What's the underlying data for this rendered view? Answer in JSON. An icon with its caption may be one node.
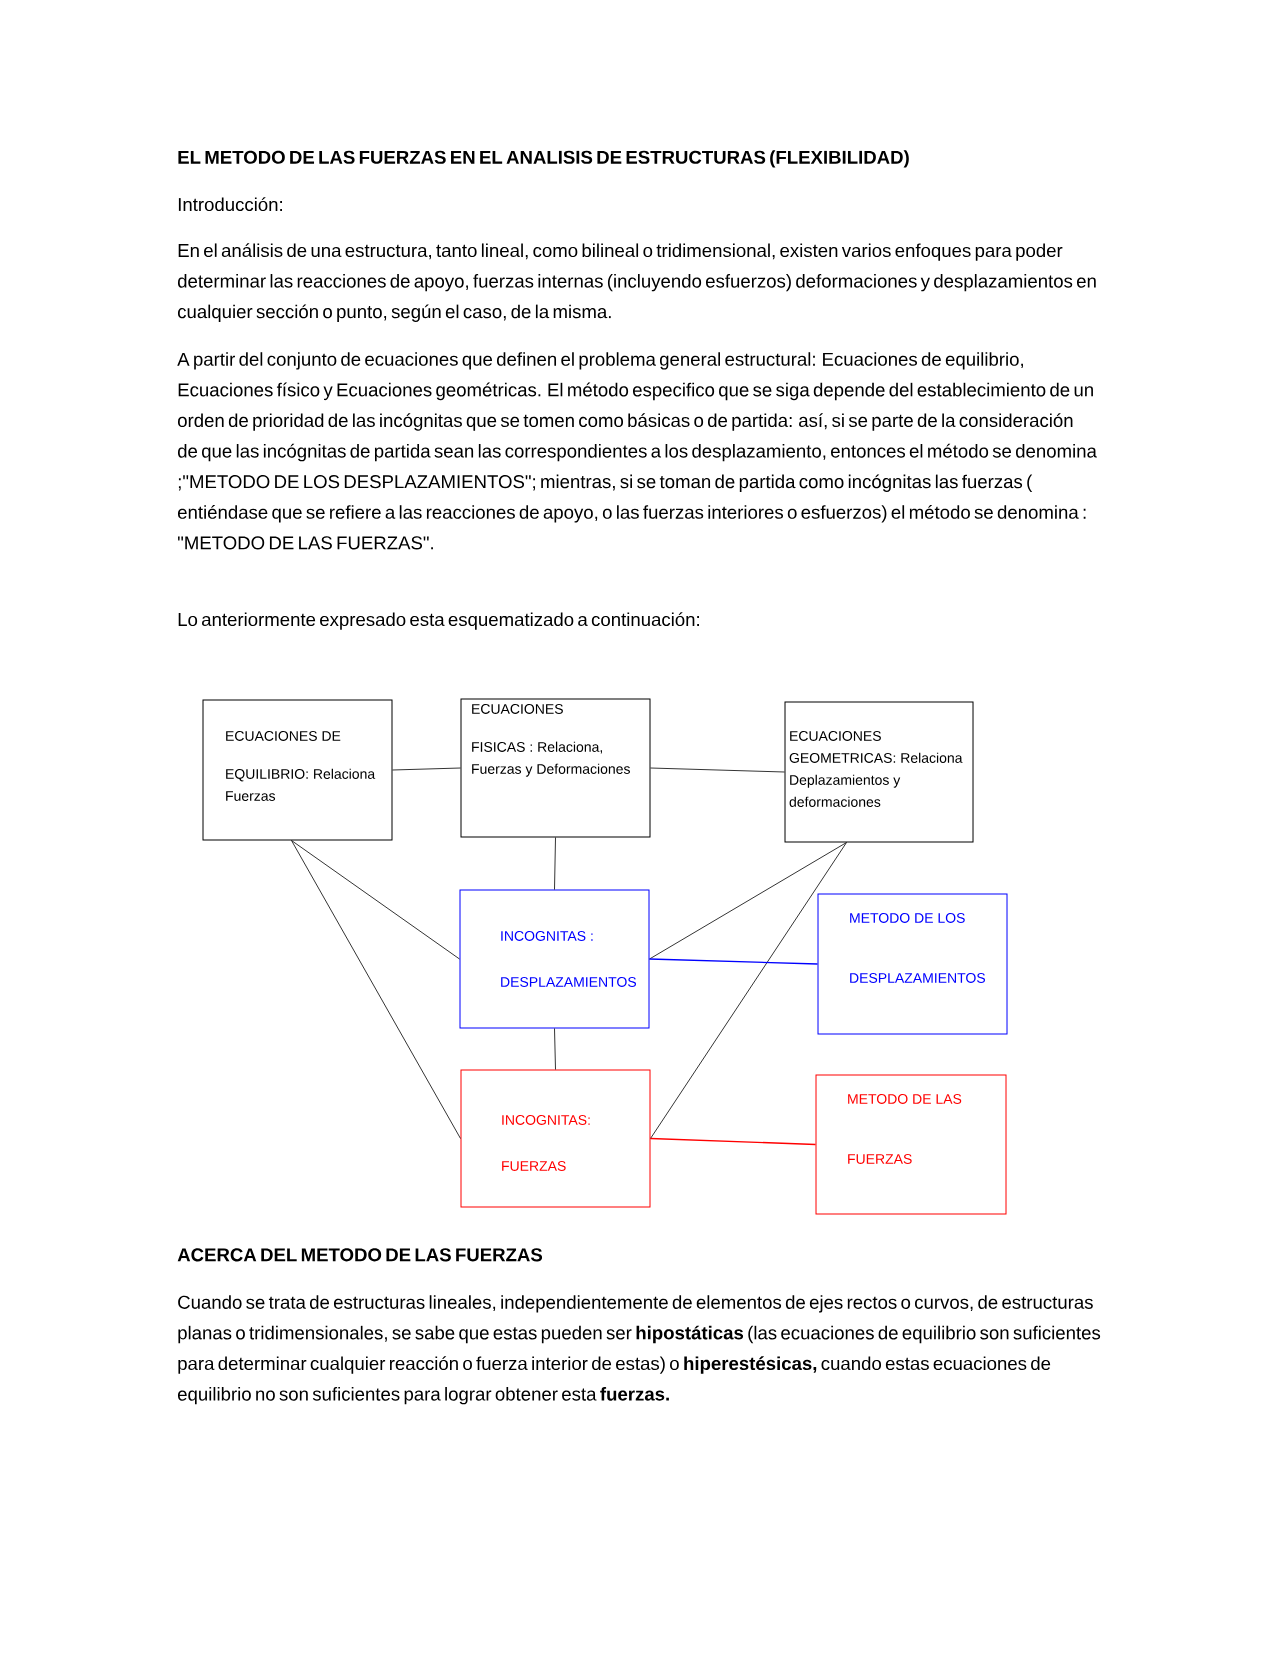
{
  "diagram": {
    "title": "EL METODO DE LAS FUERZAS EN EL ANALISIS DE ESTRUCTURAS (FLEXIBILIDAD)",
    "nodes": [
      {
        "text": [
          "ECUACIONES DE",
          "EQUILIBRIO: Relaciona Fuerzas"
        ]
      },
      {
        "text": [
          "ECUACIONES",
          "FISICAS : Relaciona, Fuerzas y Deformaciones"
        ]
      },
      {
        "text": [
          "ECUACIONES GEOMETRICAS: Relaciona Deplazamientos y deformaciones"
        ]
      },
      {
        "text": [
          "INCOGNITAS :",
          "DESPLAZAMIENTOS"
        ]
      },
      {
        "text": [
          "METODO DE LOS",
          "DESPLAZAMIENTOS"
        ]
      },
      {
        "text": [
          "INCOGNITAS:",
          "FUERZAS"
        ]
      },
      {
        "text": [
          "METODO DE LAS",
          "FUERZAS"
        ]
      }
    ],
    "edges": [
      {
        "from": 0,
        "to": 1,
        "arrow": "none"
      },
      {
        "from": 1,
        "to": 2,
        "arrow": "none"
      },
      {
        "from": 1,
        "to": 3,
        "arrow": "none"
      },
      {
        "from": 0,
        "to": 3,
        "arrow": "none"
      },
      {
        "from": 0,
        "to": 5,
        "arrow": "none"
      },
      {
        "from": 2,
        "to": 3,
        "arrow": "none"
      },
      {
        "from": 2,
        "to": 5,
        "arrow": "none"
      },
      {
        "from": 3,
        "to": 4,
        "arrow": "none",
        "color": "#0000ff"
      },
      {
        "from": 3,
        "to": 5,
        "arrow": "none"
      },
      {
        "from": 5,
        "to": 6,
        "arrow": "none",
        "color": "#ff0000"
      }
    ],
    "labels": [
      "Introducción:",
      "En el análisis de una estructura, tanto lineal, como bilineal o tridimensional, existen varios enfoques para poder determinar las reacciones de apoyo, fuerzas internas (incluyendo esfuerzos) deformaciones y desplazamientos en cualquier sección o punto, según el caso, de la misma.",
      "A partir del conjunto de ecuaciones que definen el problema general estructural: Ecuaciones de equilibrio, Ecuaciones físico y Ecuaciones geométricas. El método especifico que se siga depende del establecimiento de un orden de prioridad de las incógnitas que se tomen como básicas o de partida: así, si se parte de la consideración de que las incógnitas de partida sean las correspondientes a los desplazamiento, entonces el método se denomina ;\"METODO DE LOS DESPLAZAMIENTOS\"; mientras, si se toman de partida como incógnitas las fuerzas ( entiéndase que se refiere a las reacciones de apoyo, o las fuerzas interiores o esfuerzos) el método se denomina : \"METODO DE LAS FUERZAS\".",
      "Lo anteriormente expresado esta esquematizado a continuación:",
      "ACERCA DEL METODO DE LAS FUERZAS",
      "Cuando se trata de estructuras lineales, independientemente de elementos de ejes rectos o curvos, de estructuras planas o tridimensionales, se sabe que estas pueden ser **hipostáticas** (las ecuaciones de equilibrio son suficientes para determinar cualquier reacción o fuerza interior de estas) o **hiperestésicas,** cuando estas ecuaciones de equilibrio no son suficientes para lograr obtener esta **fuerzas.**"
    ]
  }
}
